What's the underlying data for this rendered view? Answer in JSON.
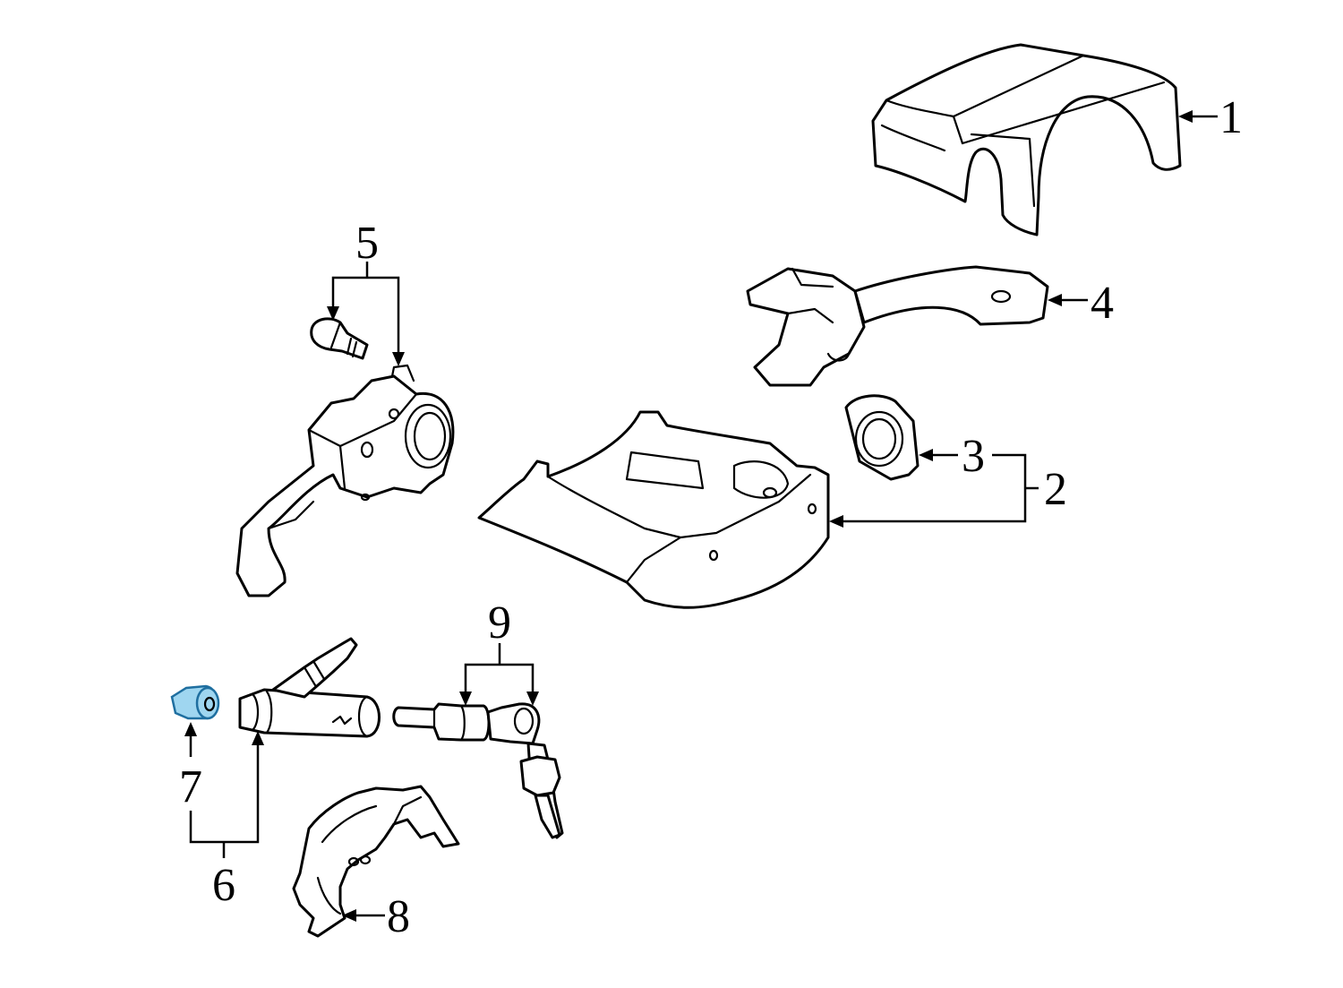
{
  "diagram": {
    "callouts": [
      {
        "id": "1",
        "label": "1"
      },
      {
        "id": "2",
        "label": "2"
      },
      {
        "id": "3",
        "label": "3"
      },
      {
        "id": "4",
        "label": "4"
      },
      {
        "id": "5",
        "label": "5"
      },
      {
        "id": "6",
        "label": "6"
      },
      {
        "id": "7",
        "label": "7"
      },
      {
        "id": "8",
        "label": "8"
      },
      {
        "id": "9",
        "label": "9"
      }
    ],
    "highlight_color": "#9fd6f0",
    "highlighted_part": "7"
  }
}
